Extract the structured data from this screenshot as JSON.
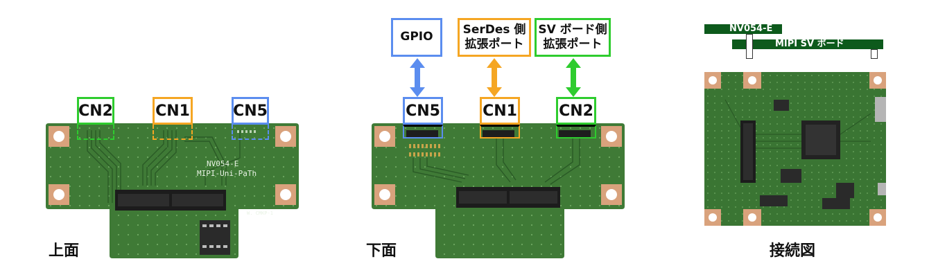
{
  "panels": {
    "top": {
      "caption": "上面",
      "connectors": {
        "cn2": "CN2",
        "cn1": "CN1",
        "cn5": "CN5"
      },
      "silkscreen": {
        "name": "NV054-E",
        "sub": "MIPI-Uni-PaTh",
        "mark": "W. CMKP-1"
      }
    },
    "bottom": {
      "caption": "下面",
      "connectors": {
        "cn5": "CN5",
        "cn1": "CN1",
        "cn2": "CN2"
      },
      "ports": {
        "gpio": "GPIO",
        "serdes_line1": "SerDes 側",
        "serdes_line2": "拡張ポート",
        "sv_line1": "SV ボード側",
        "sv_line2": "拡張ポート"
      }
    },
    "connection": {
      "caption": "接続図",
      "board_nv054": "NV054-E",
      "board_mipi": "MIPI SV ボード"
    }
  },
  "colors": {
    "cn2": "#2ecc2e",
    "cn1": "#f5a623",
    "cn5": "#5b8def",
    "pcb": "#3f7a36",
    "board_bar": "#0d5a1c"
  },
  "icons": [
    "double-arrow-icon"
  ]
}
